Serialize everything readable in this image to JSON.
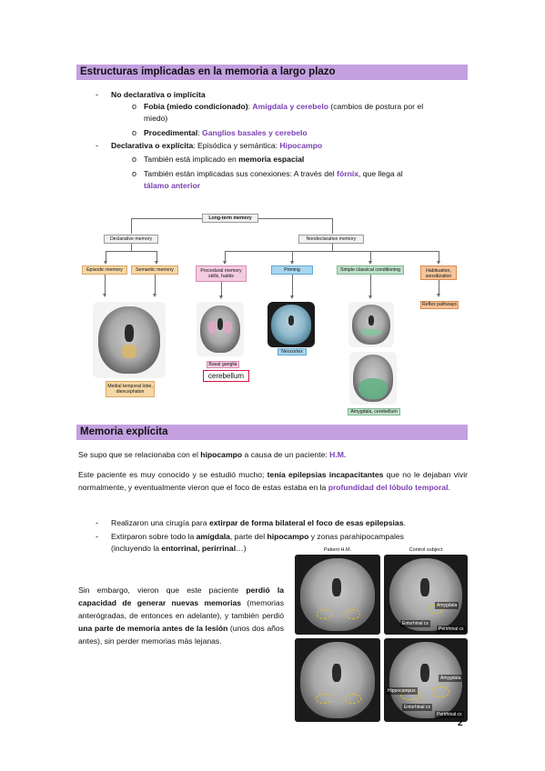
{
  "section1": {
    "heading": "Estructuras implicadas en la memoria a largo plazo",
    "items": {
      "nondecl": "No declarativa o implícita",
      "fobia_label": "Fobia (miedo condicionado)",
      "fobia_sep": ": ",
      "fobia_struct": "Amígdala y cerebelo",
      "fobia_rest": " (cambios de postura por el",
      "fobia_rest2": "miedo)",
      "proc_label": "Procedimental",
      "proc_sep": ": ",
      "proc_struct": "Ganglios basales y cerebelo",
      "decl": "Declarativa o explícita",
      "decl_rest": ": Episódica y semántica: ",
      "decl_struct": "Hipocampo",
      "espacial_pre": "También está implicado en ",
      "espacial_b": "memoria espacial",
      "conex_pre": "También están implicadas sus conexiones: A través del ",
      "conex_fornix": "fórnix",
      "conex_mid": ", que llega al",
      "conex_talamo": "tálamo anterior"
    }
  },
  "diagram": {
    "root": "Long-term memory",
    "declarative": "Declarative memory",
    "nondeclarative": "Nondeclarative memory",
    "episodic": "Episodic memory",
    "semantic": "Semantic memory",
    "procedural": "Procedural memory skills, habits",
    "priming": "Priming",
    "classical": "Simple classical conditioning",
    "habituation": "Habituation, sensitization",
    "reflex": "Reflex pathways",
    "medial": "Medial temporal lobe, diencephalon",
    "basal": "Basal ganglia",
    "cerebellum": "cerebellum",
    "neocortex": "Neocortex",
    "amygdala_cereb": "Amygdala, cerebellum",
    "colors": {
      "declarative_fill": "#f6d7a6",
      "procedural_fill": "#f4cce0",
      "priming_fill": "#a9d6ee",
      "classical_fill": "#bfe0c8",
      "habituation_fill": "#f7c49a",
      "root_fill": "#f0f0f0"
    }
  },
  "section2": {
    "heading": "Memoria explícita",
    "p1_pre": "Se supo que se relacionaba con el ",
    "p1_b": "hipocampo",
    "p1_mid": " a causa de un paciente: ",
    "p1_hm": "H.M.",
    "p2_a": "Este paciente es muy conocido y se estudió mucho; ",
    "p2_b": "tenía epilepsias incapacitantes",
    "p2_c": " que no le dejaban vivir normalmente, y eventualmente vieron que el foco de estas estaba en la ",
    "p2_d": "profundidad del lóbulo temporal",
    "p2_e": ".",
    "li1_a": "Realizaron una cirugía para ",
    "li1_b": "extirpar de forma bilateral el foco de esas epilepsias",
    "li1_c": ".",
    "li2_a": "Extirparon sobre todo la ",
    "li2_b": "amígdala",
    "li2_c": ", parte del ",
    "li2_d": "hipocampo",
    "li2_e": " y zonas parahipocampales",
    "li2_f": "(incluyendo la ",
    "li2_g": "entorrinal, perirrinal",
    "li2_h": "…)",
    "p3_a": "Sin embargo, vieron que este paciente ",
    "p3_b": "perdió la capacidad de generar nuevas memorias",
    "p3_c": " (memorias anterógradas, de entonces en adelante), y también perdió ",
    "p3_d": "una parte de memoria antes de la lesión",
    "p3_e": " (unos dos años antes), sin perder memorias más lejanas.",
    "mri": {
      "patient_label": "Patient H.M.",
      "control_label": "Control subject",
      "amygdala": "Amygdala",
      "entorhinal": "Entorhinal cx",
      "perirhinal": "Perirhinal cx",
      "hippocampus": "Hippocampus",
      "entorhinal2": "Entorhinal cx",
      "perirhinal2": "Perirhinal cx",
      "amygdala2": "Amygdala"
    }
  },
  "page_number": "2"
}
